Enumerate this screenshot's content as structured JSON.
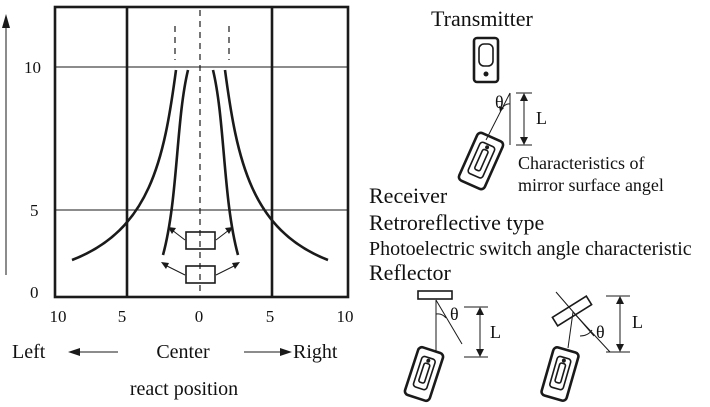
{
  "graph": {
    "y_ticks": [
      "10",
      "5",
      "0"
    ],
    "x_ticks": [
      "10",
      "5",
      "0",
      "5",
      "10"
    ],
    "left_label": "Left",
    "center_label": "Center",
    "right_label": "Right",
    "x_caption": "react position"
  },
  "right_panel": {
    "transmitter_label": "Transmitter",
    "theta_symbol": "θ",
    "length_symbol": "L",
    "mirror_line1": "Characteristics of",
    "mirror_line2": "mirror surface angel",
    "receiver_label": "Receiver",
    "type_label": "Retroreflective type",
    "angle_label": "Photoelectric switch angle characteristic",
    "reflector_label": "Reflector"
  }
}
